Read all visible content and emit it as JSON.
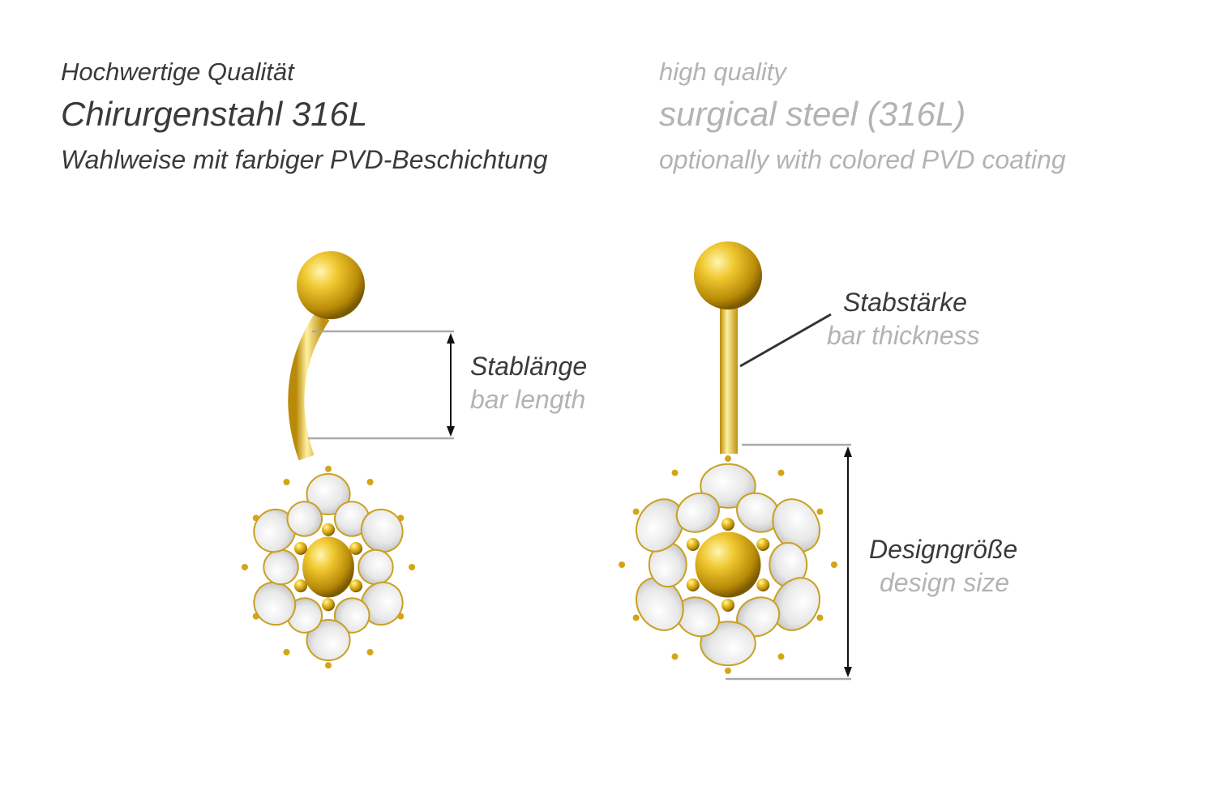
{
  "header": {
    "de": {
      "line1": "Hochwertige Qualität",
      "line2": "Chirurgenstahl 316L",
      "line3": "Wahlweise mit farbiger PVD-Beschichtung"
    },
    "en": {
      "line1": "high quality",
      "line2": "surgical steel (316L)",
      "line3": "optionally with colored PVD coating"
    }
  },
  "labels": {
    "bar_length": {
      "de": "Stablänge",
      "en": "bar length"
    },
    "bar_thickness": {
      "de": "Stabstärke",
      "en": "bar thickness"
    },
    "design_size": {
      "de": "Designgröße",
      "en": "design size"
    }
  },
  "colors": {
    "gold": "#e8b820",
    "text_dark": "#3a3a3a",
    "text_grey": "#b3b3b3",
    "dimension_line": "#aaaaaa"
  }
}
